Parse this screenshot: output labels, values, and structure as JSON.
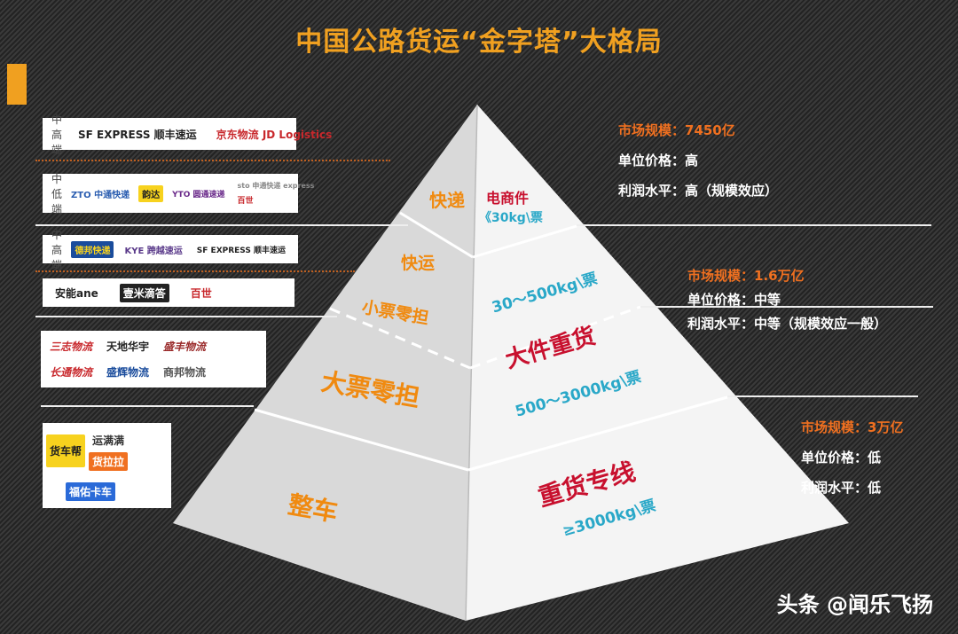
{
  "title": "中国公路货运“金字塔”大格局",
  "left_panels": [
    {
      "tier": "中高端",
      "logos": [
        {
          "text": "SF EXPRESS 顺丰速运",
          "color": "#222"
        },
        {
          "text": "京东物流 JD Logistics",
          "color": "#c8282c"
        }
      ]
    },
    {
      "tier": "中低端",
      "logos": [
        {
          "text": "ZTO 中通快递",
          "color": "#2a5db0"
        },
        {
          "text": "韵达",
          "color": "#222",
          "bg": "#f7d21e"
        },
        {
          "text": "YTO 圆通速递",
          "color": "#6a2a8a"
        },
        {
          "text": "sto 申通快递 express",
          "color": "#888"
        },
        {
          "text": "百世",
          "color": "#c8282c"
        }
      ]
    },
    {
      "tier": "中高端",
      "logos": [
        {
          "text": "德邦快递",
          "color": "#f7d21e",
          "bg": "#1a4c9c"
        },
        {
          "text": "KYE 跨越速运",
          "color": "#5a3a8a"
        },
        {
          "text": "SF EXPRESS 顺丰速运",
          "color": "#222"
        }
      ]
    },
    {
      "tier": "",
      "logos": [
        {
          "text": "安能ane",
          "color": "#222"
        },
        {
          "text": "壹米滴答",
          "color": "#fff",
          "bg": "#222"
        },
        {
          "text": "百世",
          "color": "#c8282c"
        }
      ]
    },
    {
      "tier": "",
      "logos": [
        {
          "text": "三志物流",
          "color": "#c8282c"
        },
        {
          "text": "天地华宇",
          "color": "#222"
        },
        {
          "text": "盛丰物流",
          "color": "#9a2a2a"
        },
        {
          "text": "长通物流",
          "color": "#c8282c"
        },
        {
          "text": "盛辉物流",
          "color": "#1a4c9c"
        },
        {
          "text": "商邦物流",
          "color": "#555"
        }
      ]
    },
    {
      "tier": "",
      "logos": [
        {
          "text": "货车帮",
          "color": "#222",
          "bg": "#f7d21e"
        },
        {
          "text": "运满满",
          "color": "#333"
        },
        {
          "text": "货拉拉",
          "color": "#fff",
          "bg": "#f07020"
        },
        {
          "text": "福佑卡车",
          "color": "#fff",
          "bg": "#2a6ad8"
        }
      ]
    }
  ],
  "pyramid": {
    "left": [
      "快递",
      "快运",
      "小票零担",
      "大票零担",
      "整车"
    ],
    "right": [
      {
        "name": "电商件",
        "range": "《30kg\\票"
      },
      {
        "name": "",
        "range": "30～500kg\\票"
      },
      {
        "name": "大件重货",
        "range": "500～3000kg\\票"
      },
      {
        "name": "重货专线",
        "range": "≥3000kg\\票"
      }
    ]
  },
  "info": [
    {
      "market": "市场规模：7450亿",
      "price": "单位价格：高",
      "profit": "利润水平：高（规模效应）"
    },
    {
      "market": "市场规模：1.6万亿",
      "price": "单位价格：中等",
      "profit": "利润水平：中等（规模效应一般）"
    },
    {
      "market": "市场规模：3万亿",
      "price": "单位价格：低",
      "profit": "利润水平：低"
    }
  ],
  "watermark": "头条 @闻乐飞扬",
  "colors": {
    "accent": "#f0a020",
    "label_orange": "#f08a10",
    "label_red": "#c8102e",
    "label_teal": "#2aa8c8"
  }
}
